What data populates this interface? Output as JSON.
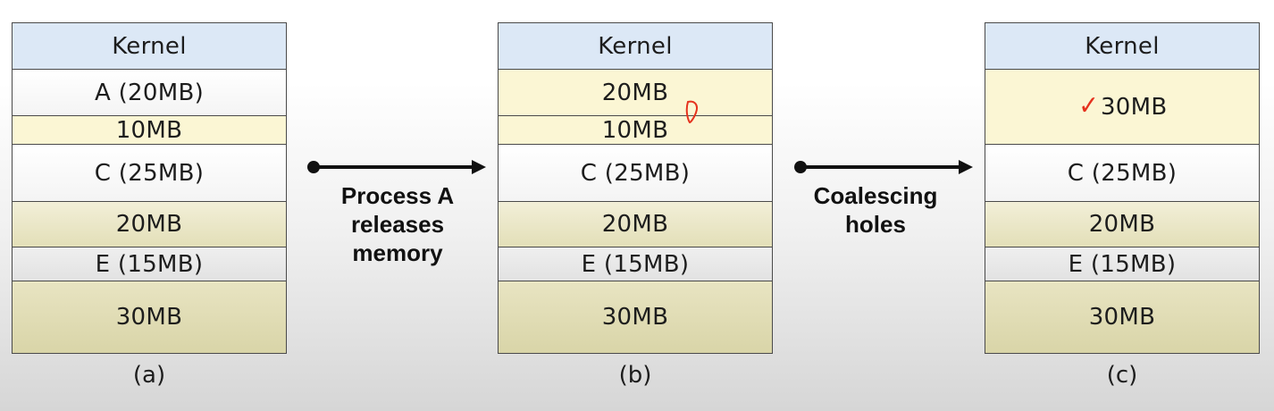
{
  "panels": [
    {
      "caption": "(a)",
      "segments": [
        "Kernel",
        "A (20MB)",
        "10MB",
        "C (25MB)",
        "20MB",
        "E (15MB)",
        "30MB"
      ]
    },
    {
      "caption": "(b)",
      "segments": [
        "Kernel",
        "20MB",
        "10MB",
        "C (25MB)",
        "20MB",
        "E (15MB)",
        "30MB"
      ]
    },
    {
      "caption": "(c)",
      "segments": [
        "Kernel",
        "30MB",
        "C (25MB)",
        "20MB",
        "E (15MB)",
        "30MB"
      ],
      "check_mark": "✓"
    }
  ],
  "arrows": [
    {
      "label_lines": [
        "Process A",
        "releases",
        "memory"
      ]
    },
    {
      "label_lines": [
        "Coalescing",
        "holes"
      ]
    }
  ],
  "colors": {
    "kernel": "#dce8f6",
    "free_hole": "#fbf6d4",
    "annotation_red": "#e5321e"
  }
}
